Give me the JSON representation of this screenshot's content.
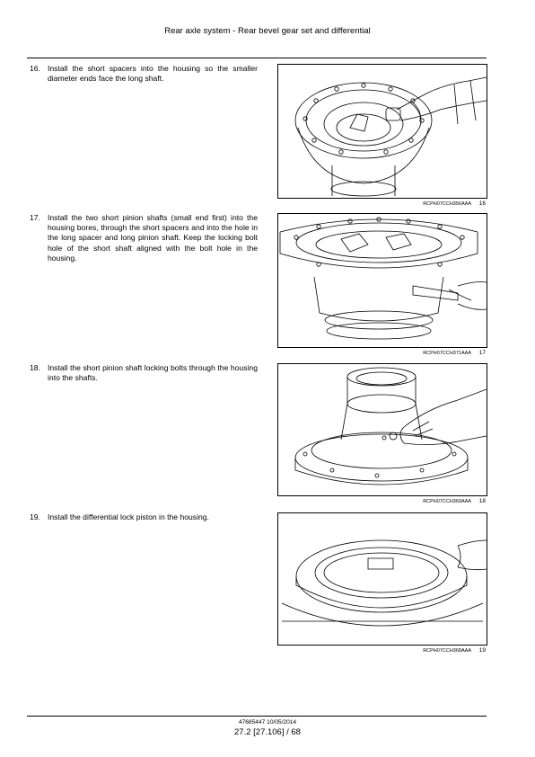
{
  "header": {
    "title": "Rear axle system - Rear bevel gear set and differential"
  },
  "steps": [
    {
      "number": "16.",
      "text": "Install the short spacers into the housing so the smaller diameter ends face the long shaft.",
      "figure_code": "RCPH07CCH356AAA",
      "figure_number": "16"
    },
    {
      "number": "17.",
      "text": "Install the two short pinion shafts (small end first) into the housing bores, through the short spacers and into the hole in the long spacer and long pinion shaft. Keep the locking bolt hole of the short shaft aligned with the bolt hole in the housing.",
      "figure_code": "RCPH07CCH371AAA",
      "figure_number": "17"
    },
    {
      "number": "18.",
      "text": "Install the short pinion shaft locking bolts through the housing into the shafts.",
      "figure_code": "RCPH07CCH369AAA",
      "figure_number": "18"
    },
    {
      "number": "19.",
      "text": "Install the differential lock piston in the housing.",
      "figure_code": "RCPH07CCH368AAA",
      "figure_number": "19"
    }
  ],
  "footer": {
    "document": "47685447 10/05/2014",
    "page": "27.2 [27.106] / 68"
  }
}
